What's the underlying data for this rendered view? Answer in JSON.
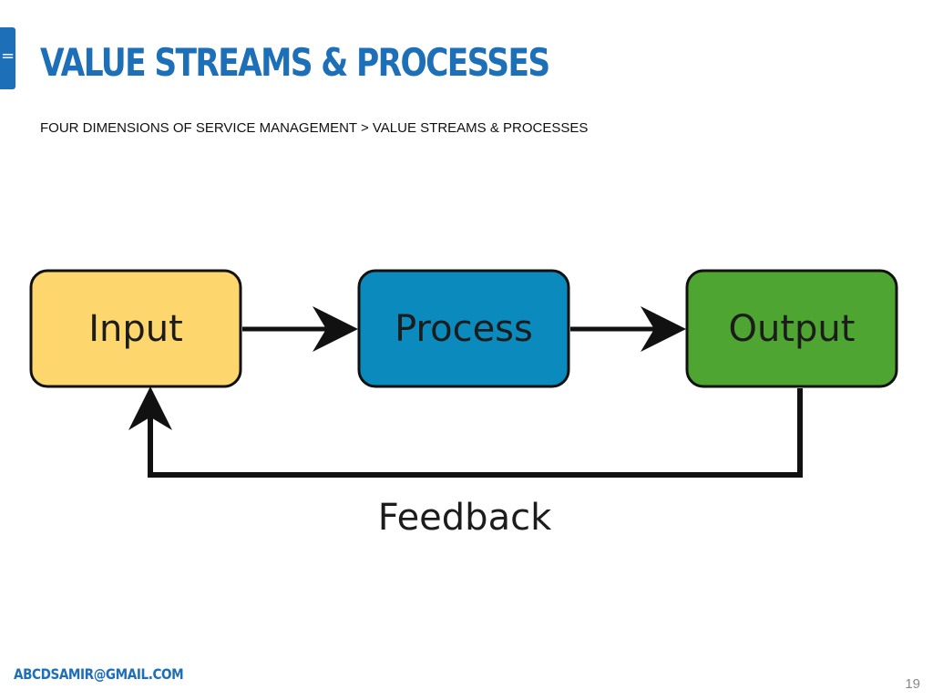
{
  "menu": {
    "icon": "menu-icon",
    "glyph": "="
  },
  "header": {
    "title": "VALUE STREAMS & PROCESSES",
    "breadcrumb": "FOUR DIMENSIONS OF SERVICE MANAGEMENT > VALUE STREAMS & PROCESSES"
  },
  "diagram": {
    "nodes": [
      {
        "label": "Input",
        "color": "#fdd66e"
      },
      {
        "label": "Process",
        "color": "#0b8bbd"
      },
      {
        "label": "Output",
        "color": "#4ea531"
      }
    ],
    "feedback_label": "Feedback",
    "edges": [
      {
        "from": "Input",
        "to": "Process"
      },
      {
        "from": "Process",
        "to": "Output"
      },
      {
        "from": "Output",
        "to": "Input",
        "label": "Feedback"
      }
    ]
  },
  "footer": {
    "email": "ABCDSAMIR@GMAIL.COM",
    "page_number": "19"
  },
  "colors": {
    "accent": "#1d6fb8",
    "stroke": "#111111"
  }
}
